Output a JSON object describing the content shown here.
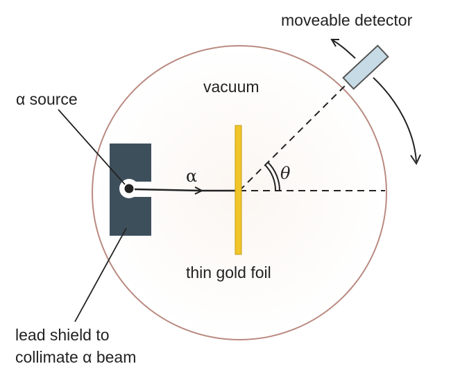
{
  "labels": {
    "detector": "moveable detector",
    "vacuum": "vacuum",
    "source": "α source",
    "alpha": "α",
    "theta": "θ",
    "foil": "thin gold foil",
    "shield_line1": "lead shield to",
    "shield_line2": "collimate α beam"
  },
  "colors": {
    "chamber_outline": "#b98a80",
    "chamber_fill_center": "#fbf6f2",
    "foil": "#f0c52a",
    "foil_edge": "#c79b10",
    "shield": "#3e4f5c",
    "detector": "#c7dbe6",
    "ink": "#222222"
  }
}
